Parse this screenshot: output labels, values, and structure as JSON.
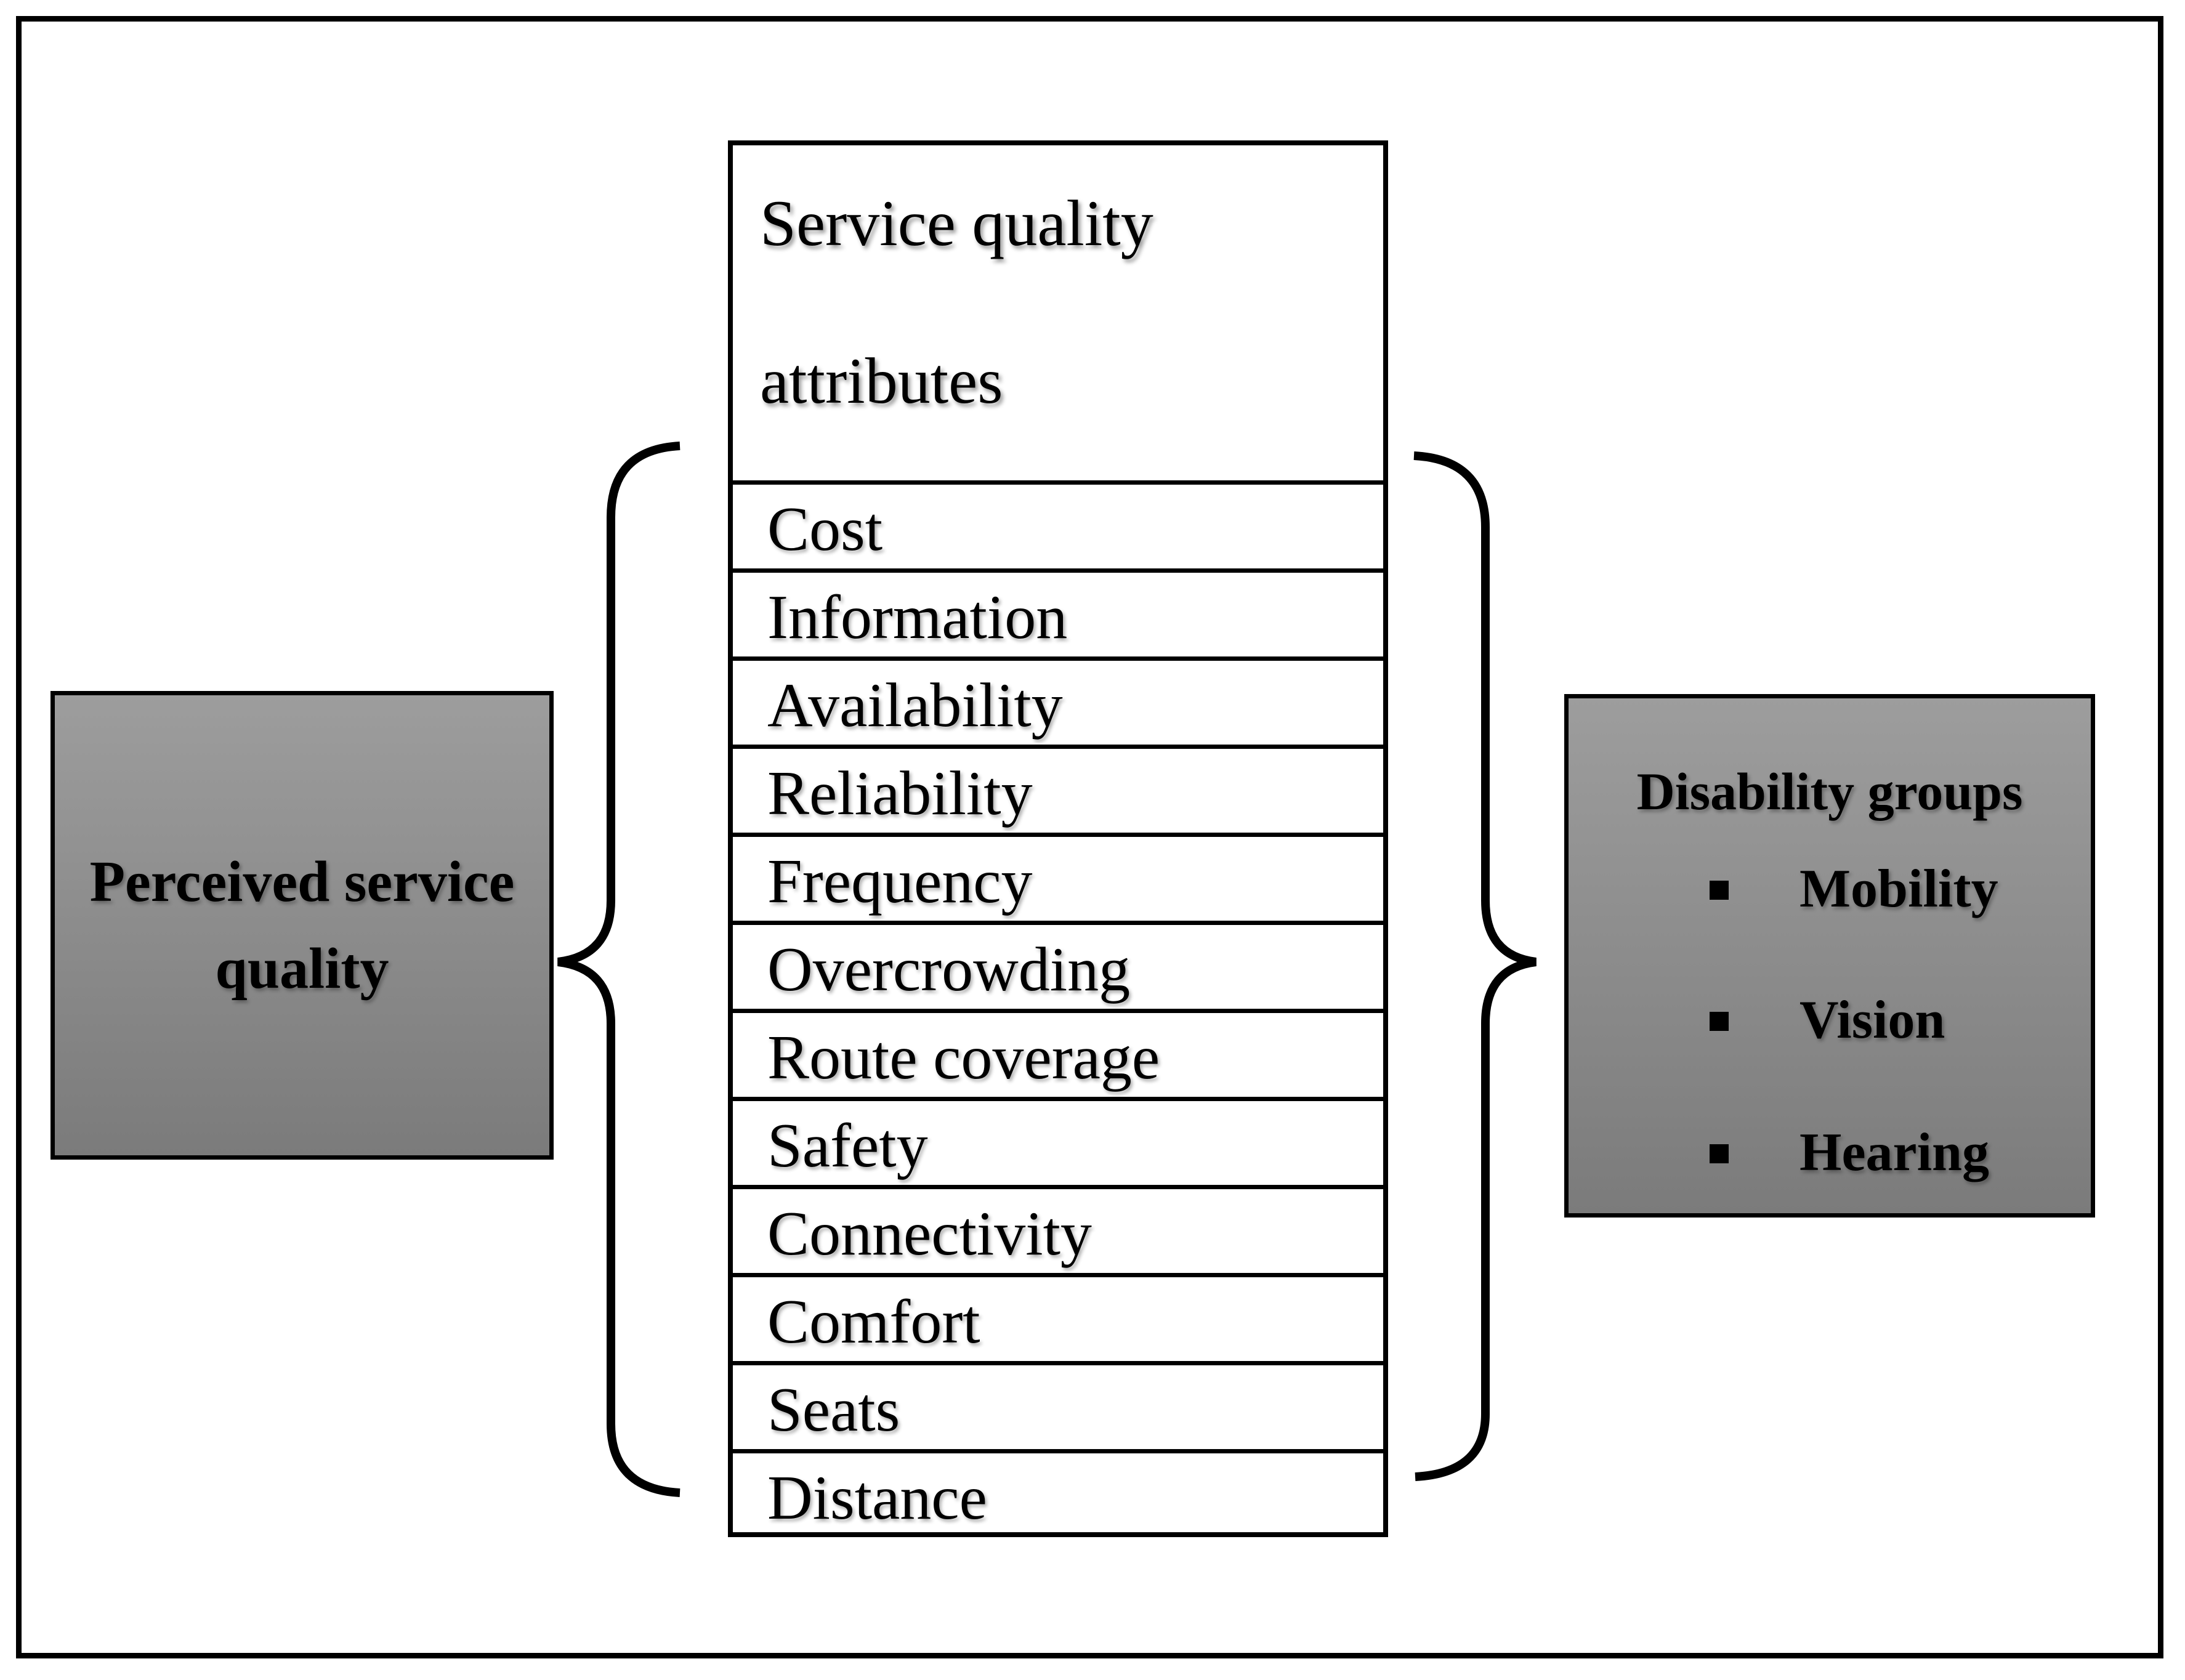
{
  "figure": {
    "table": {
      "header_line1": "Service quality",
      "header_line2": "attributes",
      "rows": [
        "Cost",
        "Information",
        "Availability",
        "Reliability",
        "Frequency",
        "Overcrowding",
        "Route coverage",
        "Safety",
        "Connectivity",
        "Comfort",
        "Seats",
        "Distance"
      ]
    },
    "left_box": {
      "line1": "Perceived service",
      "line2": "quality"
    },
    "right_box": {
      "title": "Disability groups",
      "items": [
        "Mobility",
        "Vision",
        "Hearing"
      ],
      "bullet_style": "square"
    },
    "colors": {
      "background": "#ffffff",
      "border": "#000000",
      "box_gradient_top": "#9d9d9d",
      "box_gradient_bottom": "#7b7b7b",
      "text": "#000000"
    }
  }
}
